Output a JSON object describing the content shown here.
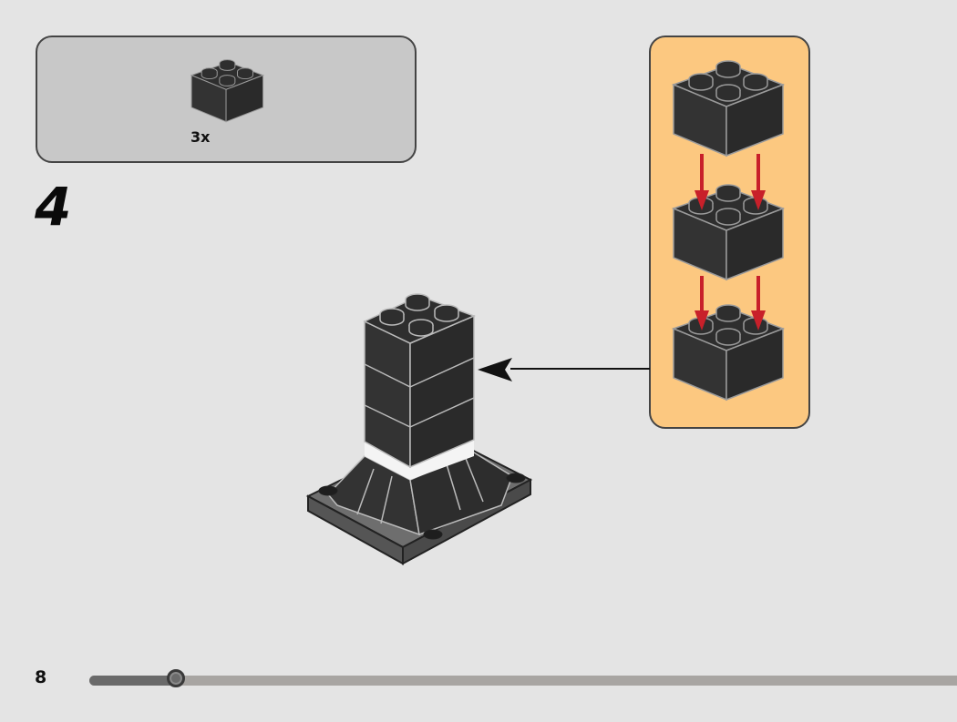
{
  "parts_list": {
    "items": [
      {
        "part": "brick-2x2-black",
        "quantity_label": "3x"
      }
    ]
  },
  "step": {
    "number": "4"
  },
  "sub_assembly": {
    "bricks": 3,
    "arrow_color": "#c8202a",
    "background_color": "#fcc880"
  },
  "footer": {
    "page_number": "8",
    "progress_fraction": 0.1
  }
}
